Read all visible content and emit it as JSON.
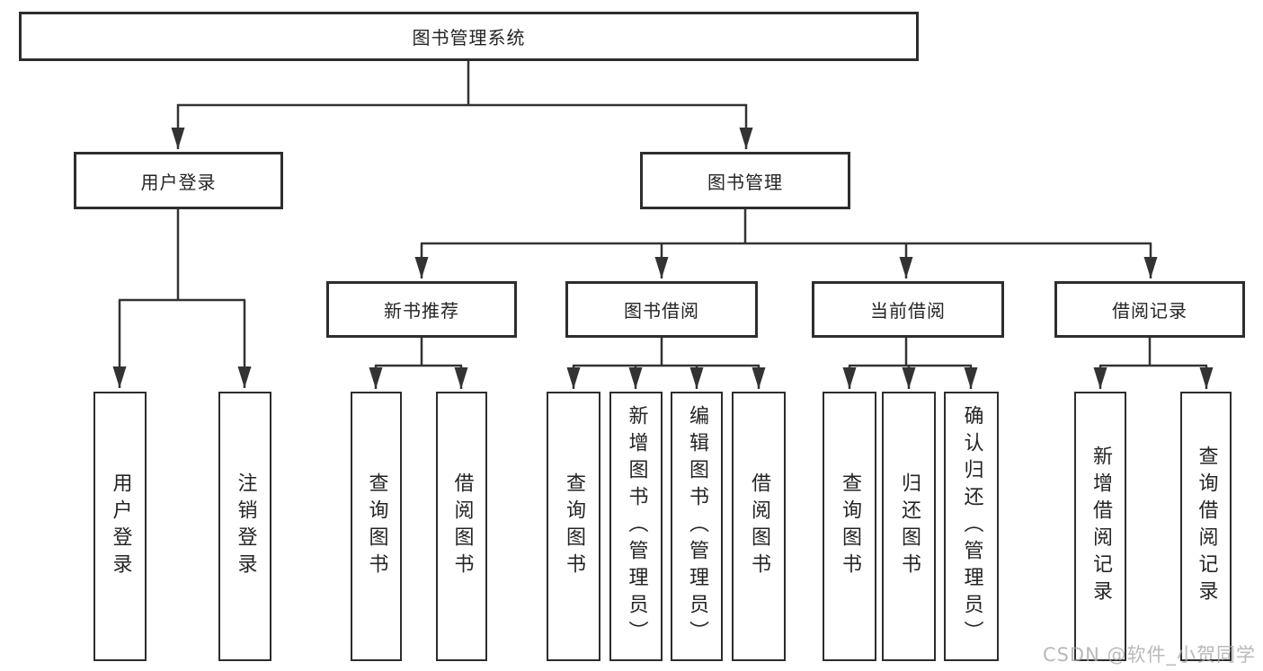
{
  "tree": {
    "root": "图书管理系统",
    "level2": [
      {
        "id": "user-login",
        "label": "用户登录"
      },
      {
        "id": "book-management",
        "label": "图书管理"
      }
    ],
    "level3": [
      {
        "id": "new-book-recommendation",
        "label": "新书推荐"
      },
      {
        "id": "book-borrowing",
        "label": "图书借阅"
      },
      {
        "id": "current-borrowing",
        "label": "当前借阅"
      },
      {
        "id": "borrowing-records",
        "label": "借阅记录"
      }
    ],
    "leaves": {
      "user_login": [
        "用户登录",
        "注销登录"
      ],
      "new_book": [
        "查询图书",
        "借阅图书"
      ],
      "book_borrow": [
        "查询图书",
        "新增图书（管理员）",
        "编辑图书（管理员）",
        "借阅图书"
      ],
      "current_borrow": [
        "查询图书",
        "归还图书",
        "确认归还（管理员）"
      ],
      "borrow_records": [
        "新增借阅记录",
        "查询借阅记录"
      ]
    }
  },
  "watermark": "CSDN @软件_小贺同学",
  "colors": {
    "line": "#333333",
    "box_border": "#2d2d2d",
    "text": "#242424",
    "background": "#ffffff",
    "watermark": "#a8a8a8"
  }
}
